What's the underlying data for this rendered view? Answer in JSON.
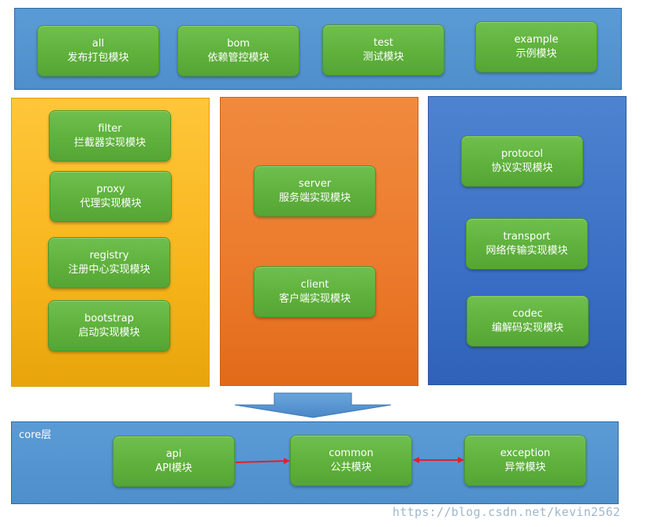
{
  "top_layer": {
    "modules": [
      {
        "name": "all",
        "desc": "发布打包模块"
      },
      {
        "name": "bom",
        "desc": "依赖管控模块"
      },
      {
        "name": "test",
        "desc": "测试模块"
      },
      {
        "name": "example",
        "desc": "示例模块"
      }
    ]
  },
  "left_group": {
    "modules": [
      {
        "name": "filter",
        "desc": "拦截器实现模块"
      },
      {
        "name": "proxy",
        "desc": "代理实现模块"
      },
      {
        "name": "registry",
        "desc": "注册中心实现模块"
      },
      {
        "name": "bootstrap",
        "desc": "启动实现模块"
      }
    ]
  },
  "middle_group": {
    "modules": [
      {
        "name": "server",
        "desc": "服务端实现模块"
      },
      {
        "name": "client",
        "desc": "客户端实现模块"
      }
    ]
  },
  "right_group": {
    "modules": [
      {
        "name": "protocol",
        "desc": "协议实现模块"
      },
      {
        "name": "transport",
        "desc": "网络传输实现模块"
      },
      {
        "name": "codec",
        "desc": "编解码实现模块"
      }
    ]
  },
  "core_layer": {
    "label": "core层",
    "modules": [
      {
        "name": "api",
        "desc": "API模块"
      },
      {
        "name": "common",
        "desc": "公共模块"
      },
      {
        "name": "exception",
        "desc": "异常模块"
      }
    ]
  },
  "colors": {
    "module_green": "#5fb13c",
    "layer_blue": "#5b9bd5",
    "group_yellow": "#ffc000",
    "group_orange": "#ed7d31",
    "group_blue": "#4472c4",
    "connector_red": "#e0202a"
  },
  "watermark": "https://blog.csdn.net/kevin2562"
}
